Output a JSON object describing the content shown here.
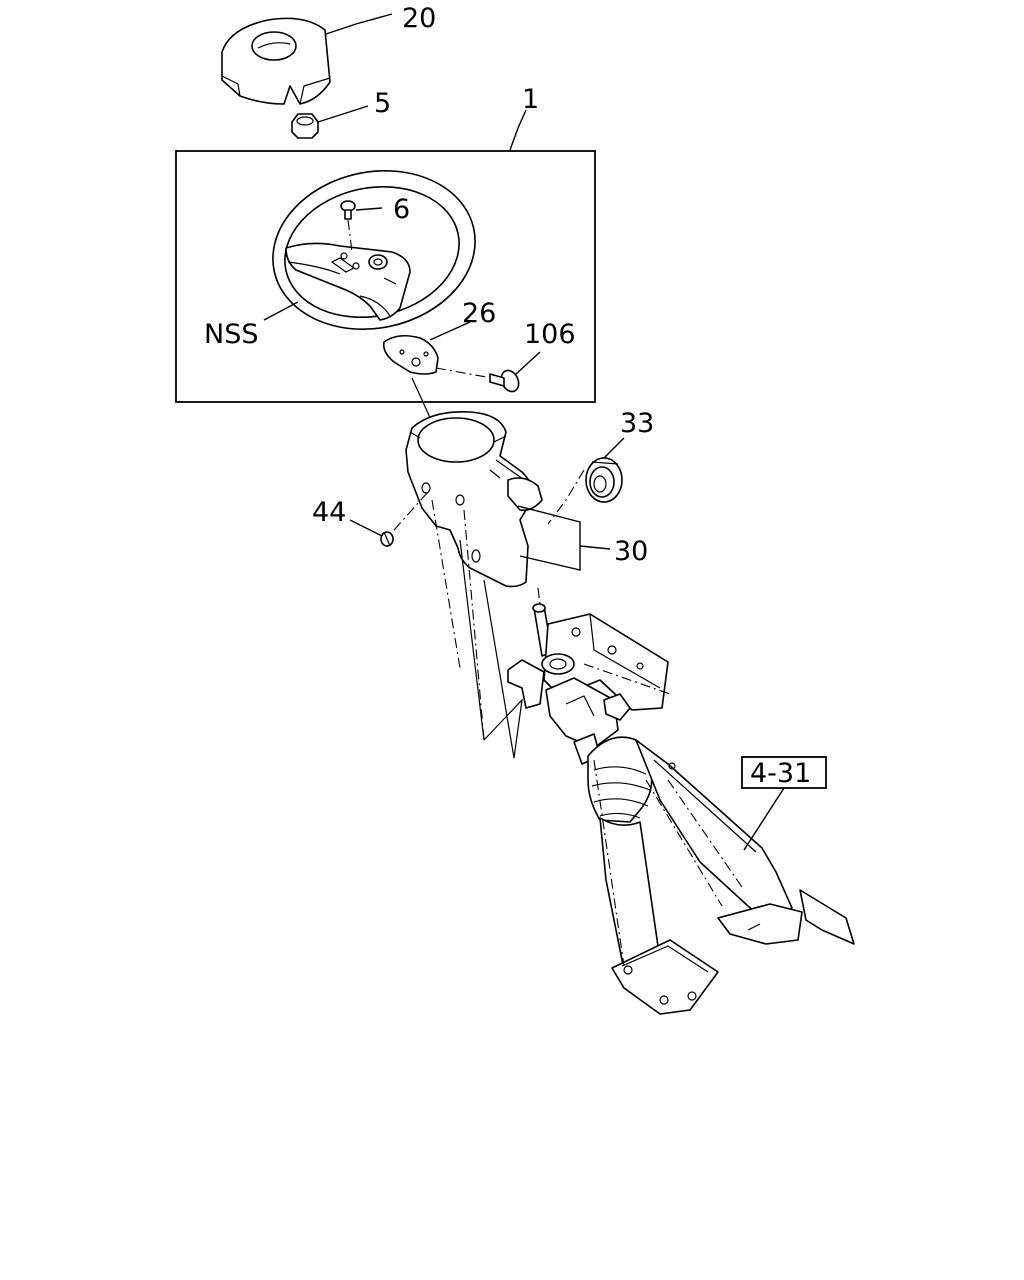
{
  "callouts": {
    "c20": "20",
    "c5": "5",
    "c1": "1",
    "c6": "6",
    "cnss": "NSS",
    "c26": "26",
    "c106": "106",
    "c33": "33",
    "c44": "44",
    "c30": "30",
    "cref": "4-31"
  }
}
